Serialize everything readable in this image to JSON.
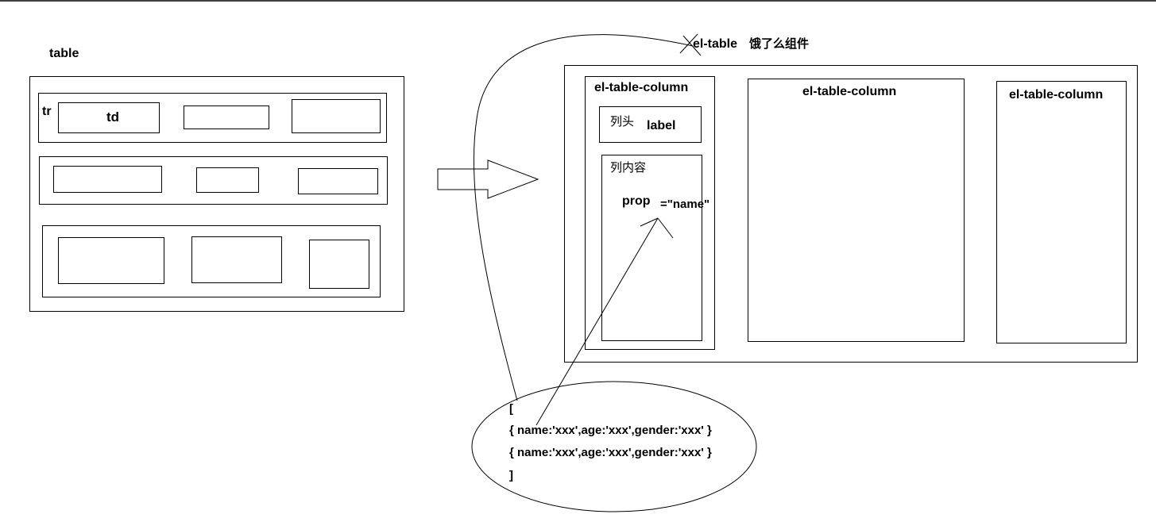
{
  "left": {
    "title": "table",
    "tr_label": "tr",
    "td_label": "td"
  },
  "right": {
    "title": "el-table",
    "subtitle": "饿了么组件",
    "columns": [
      {
        "label": "el-table-column"
      },
      {
        "label": "el-table-column"
      },
      {
        "label": "el-table-column"
      }
    ],
    "header_box": {
      "label_cn": "列头",
      "label_en": "label"
    },
    "content_box": {
      "label": "列内容",
      "prop": "prop",
      "prop_value": "=\"name\""
    }
  },
  "data_array": {
    "open": "[",
    "rows": [
      "{ name:'xxx',age:'xxx',gender:'xxx' }",
      "{ name:'xxx',age:'xxx',gender:'xxx' }"
    ],
    "close": "]"
  }
}
